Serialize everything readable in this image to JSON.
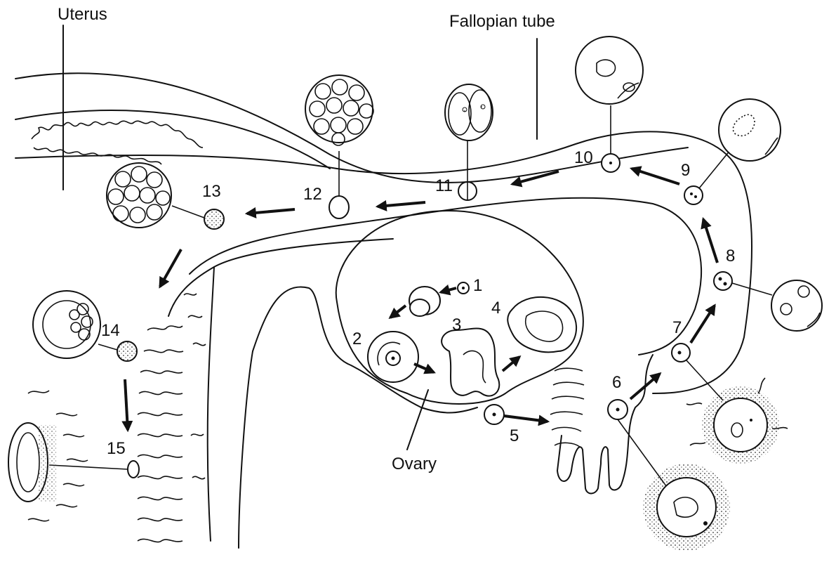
{
  "labels": {
    "uterus": "Uterus",
    "fallopian_tube": "Fallopian tube",
    "ovary": "Ovary"
  },
  "stages": [
    "1",
    "2",
    "3",
    "4",
    "5",
    "6",
    "7",
    "8",
    "9",
    "10",
    "11",
    "12",
    "13",
    "14",
    "15"
  ]
}
